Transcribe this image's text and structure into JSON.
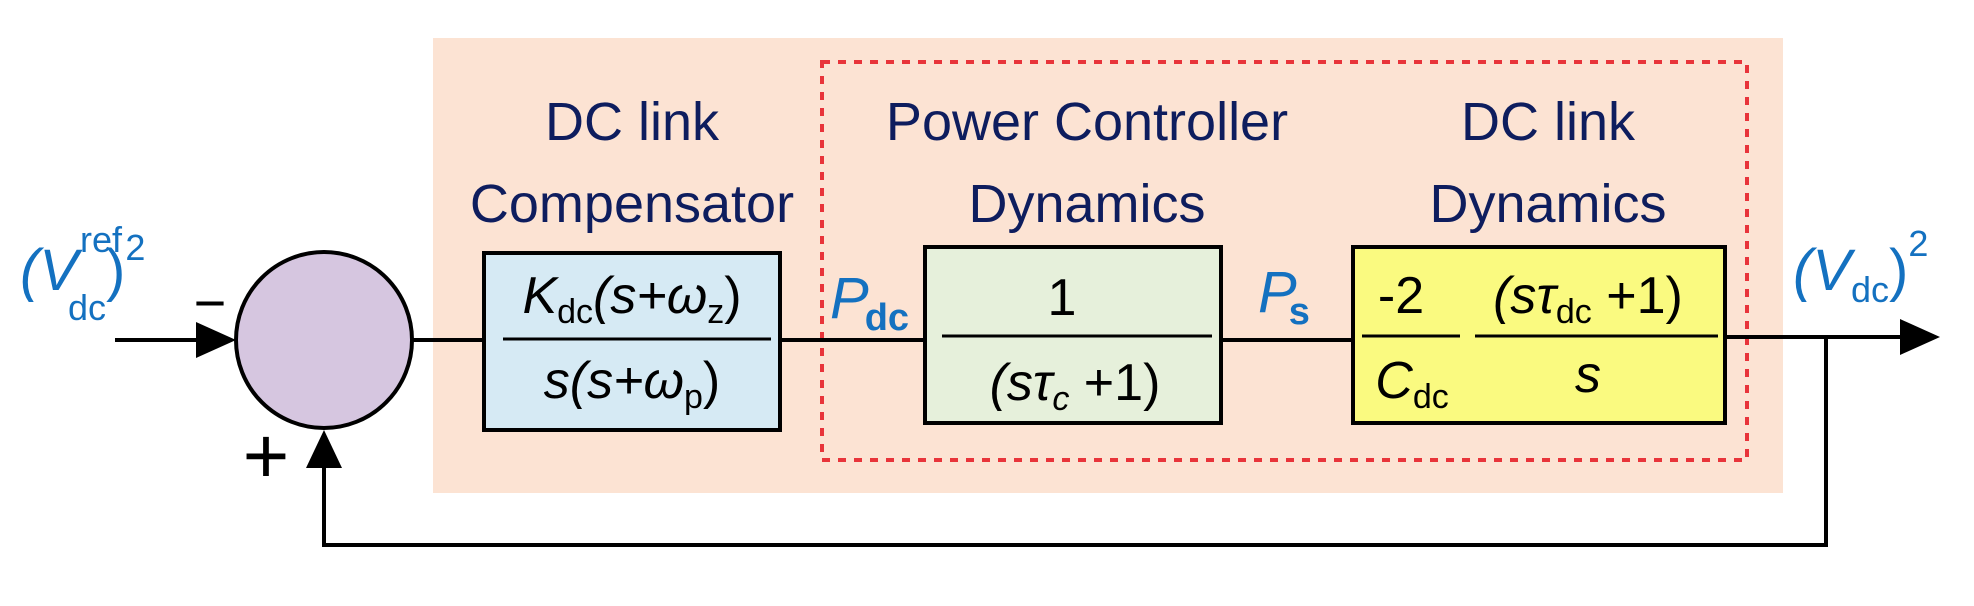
{
  "blocks": {
    "compensator": {
      "title_line1": "DC link",
      "title_line2": "Compensator",
      "num_K": "K",
      "num_K_sub": "dc",
      "num_rest": "(s+ω",
      "num_w_sub": "z",
      "num_close": ")",
      "den_s": "s(s+ω",
      "den_w_sub": "p",
      "den_close": ")",
      "color": "#d6eaf4"
    },
    "power_controller": {
      "title_line1": "Power Controller",
      "title_line2": "Dynamics",
      "num": "1",
      "den_open": "(s",
      "den_tau": "τ",
      "den_tau_sub": "c",
      "den_close": " +1)",
      "color": "#e6f0db"
    },
    "dc_link": {
      "title_line1": "DC link",
      "title_line2": "Dynamics",
      "frac1_num": "-2",
      "frac1_den": "C",
      "frac1_den_sub": "dc",
      "frac2_num_open": "(s",
      "frac2_num_tau": "τ",
      "frac2_num_sub": "dc",
      "frac2_num_close": " +1)",
      "frac2_den": "s",
      "color": "#fafa80"
    }
  },
  "signals": {
    "input_open": "(V",
    "input_sub": "dc",
    "input_sup": "ref",
    "input_close": ")",
    "input_pow": "2",
    "output_open": "(V",
    "output_sub": "dc",
    "output_close": ")",
    "output_pow": "2",
    "p_dc": "P",
    "p_dc_sub": "dc",
    "p_s": "P",
    "p_s_sub": "s"
  },
  "summing": {
    "minus_sign": "−",
    "plus_sign": "+",
    "color": "#d6c6e0"
  },
  "colors": {
    "background_region": "#fce3d3",
    "dashed_outline": "#e8343a",
    "signal_text": "#1471c0",
    "title_text": "#0e1d5e"
  }
}
